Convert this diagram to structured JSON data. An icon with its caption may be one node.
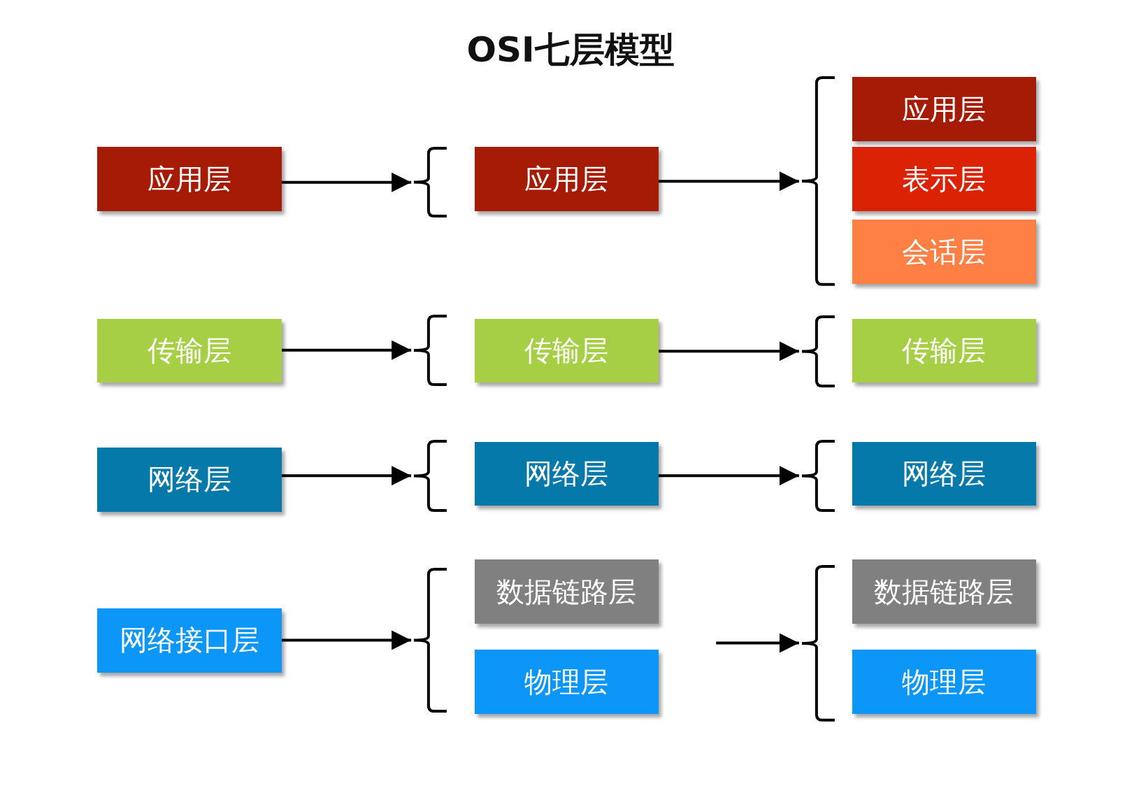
{
  "diagram": {
    "title": "OSI七层模型",
    "nodes": [
      {
        "text": [
          "应用层"
        ]
      },
      {
        "text": [
          "应用层"
        ]
      },
      {
        "text": [
          "应用层"
        ]
      },
      {
        "text": [
          "表示层"
        ]
      },
      {
        "text": [
          "会话层"
        ]
      },
      {
        "text": [
          "传输层"
        ]
      },
      {
        "text": [
          "传输层"
        ]
      },
      {
        "text": [
          "传输层"
        ]
      },
      {
        "text": [
          "网络层"
        ]
      },
      {
        "text": [
          "网络层"
        ]
      },
      {
        "text": [
          "网络层"
        ]
      },
      {
        "text": [
          "网络接口层"
        ]
      },
      {
        "text": [
          "数据链路层"
        ]
      },
      {
        "text": [
          "物理层"
        ]
      },
      {
        "text": [
          "数据链路层"
        ]
      },
      {
        "text": [
          "物理层"
        ]
      },
      {
        "text": [],
        "shape": "brace"
      },
      {
        "text": [],
        "shape": "brace"
      },
      {
        "text": [],
        "shape": "brace"
      },
      {
        "text": [],
        "shape": "brace"
      },
      {
        "text": [],
        "shape": "brace"
      },
      {
        "text": [],
        "shape": "brace"
      },
      {
        "text": [],
        "shape": "brace"
      },
      {
        "text": [],
        "shape": "brace"
      }
    ],
    "edges": [
      {
        "from": 0,
        "to": 16,
        "arrow": "to"
      },
      {
        "from": 1,
        "to": 20,
        "arrow": "to"
      },
      {
        "from": 5,
        "to": 17,
        "arrow": "to"
      },
      {
        "from": 6,
        "to": 21,
        "arrow": "to"
      },
      {
        "from": 8,
        "to": 18,
        "arrow": "to"
      },
      {
        "from": 9,
        "to": 22,
        "arrow": "to"
      },
      {
        "from": 11,
        "to": 19,
        "arrow": "to"
      },
      {
        "from": null,
        "to": 23,
        "arrow": "to"
      }
    ]
  }
}
